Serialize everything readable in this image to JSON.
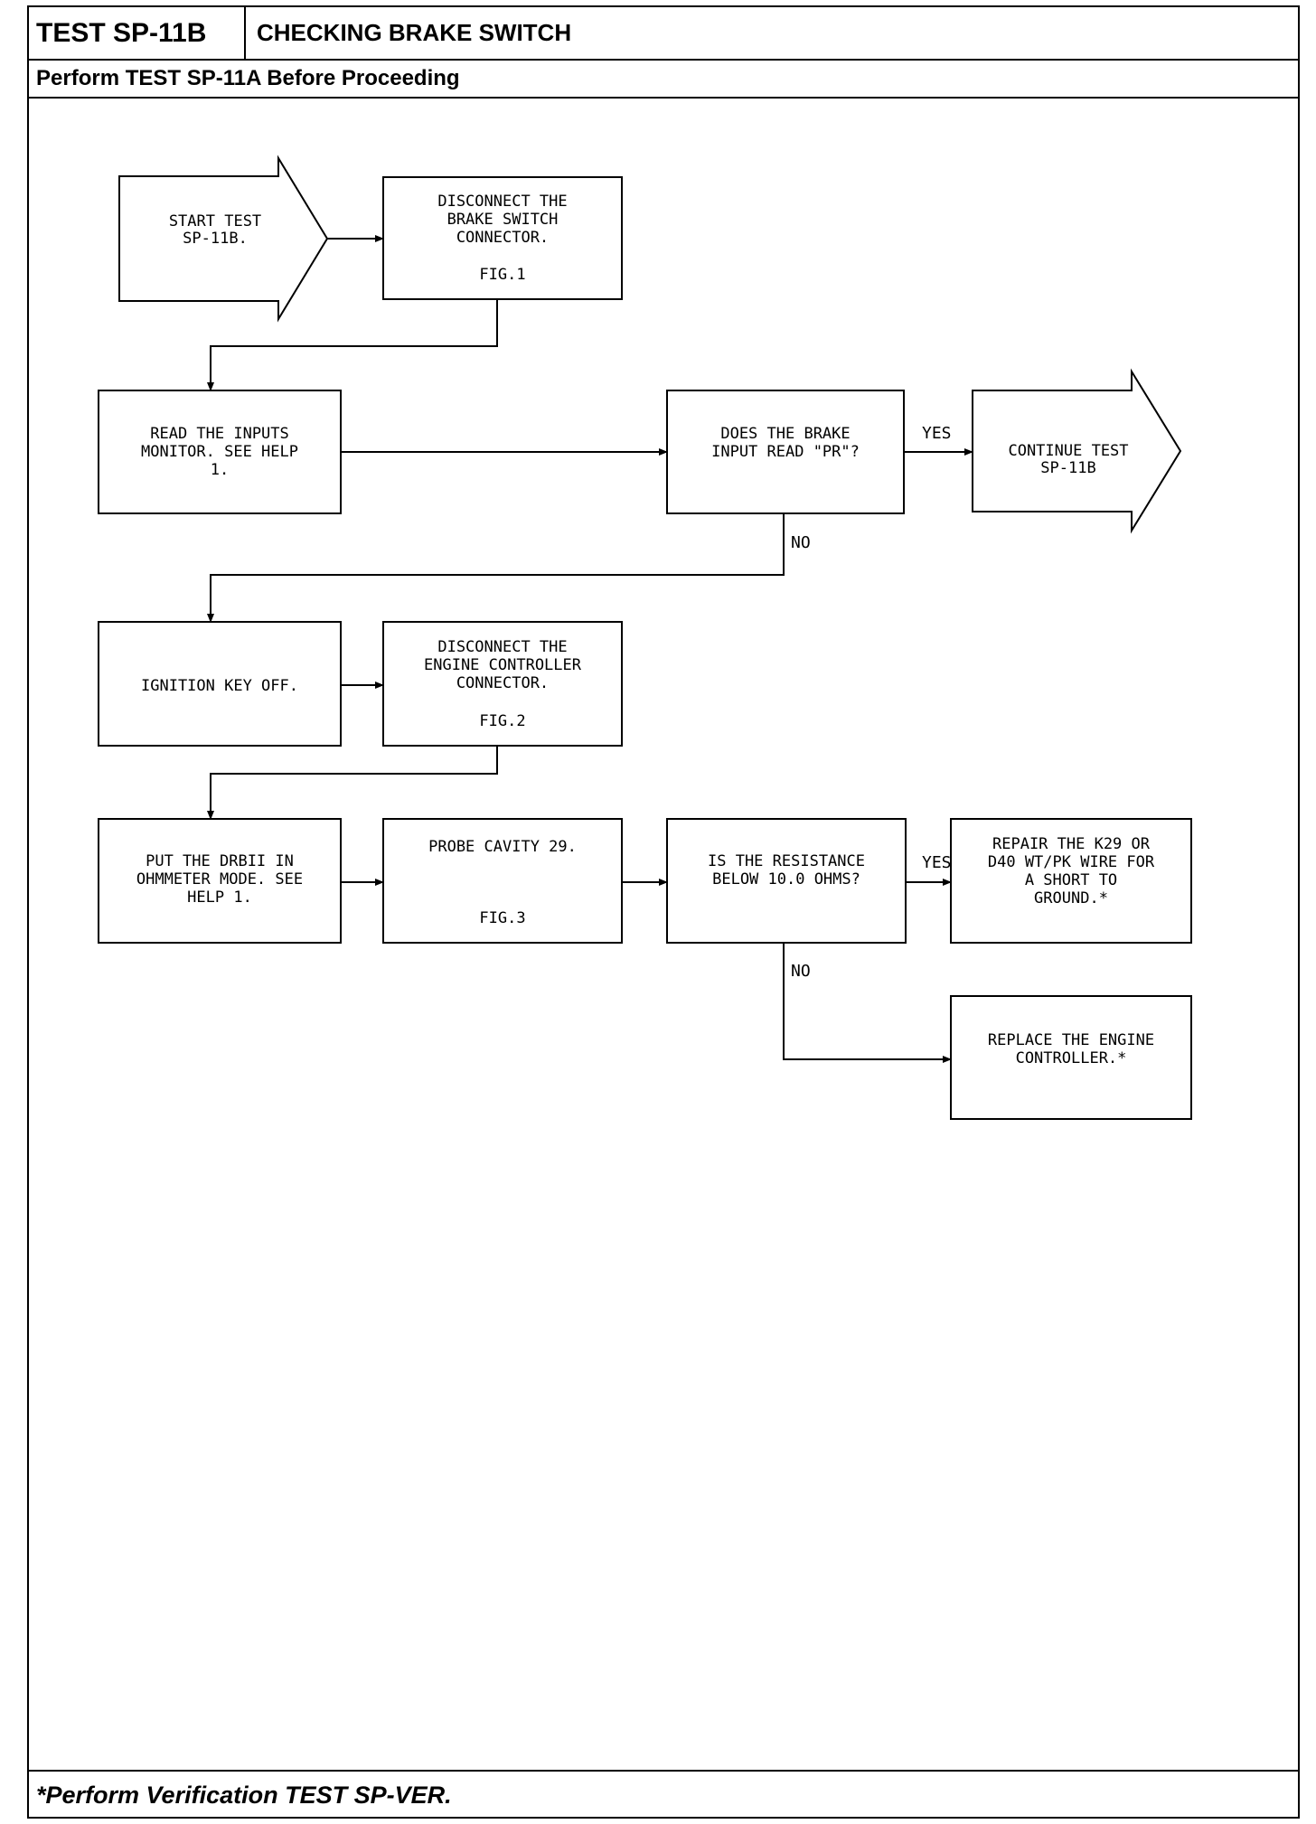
{
  "header": {
    "test_id": "TEST SP-11B",
    "title": "CHECKING BRAKE SWITCH",
    "precondition": "Perform TEST SP-11A Before Proceeding"
  },
  "footer": {
    "note": "*Perform Verification TEST SP-VER."
  },
  "flow": {
    "start": [
      "START TEST",
      "SP-11B."
    ],
    "disconnect_brake": [
      "DISCONNECT THE",
      "BRAKE SWITCH",
      "CONNECTOR."
    ],
    "disconnect_brake_fig": "FIG.1",
    "read_inputs": [
      "READ THE INPUTS",
      "MONITOR. SEE HELP",
      "1."
    ],
    "brake_question": [
      "DOES THE BRAKE",
      "INPUT READ \"PR\"?"
    ],
    "continue": [
      "CONTINUE TEST",
      "SP-11B"
    ],
    "ignition_off": [
      "IGNITION KEY OFF."
    ],
    "disconnect_ecm": [
      "DISCONNECT THE",
      "ENGINE CONTROLLER",
      "CONNECTOR."
    ],
    "disconnect_ecm_fig": "FIG.2",
    "ohmmeter": [
      "PUT THE DRBII IN",
      "OHMMETER MODE. SEE",
      "HELP 1."
    ],
    "probe": [
      "PROBE CAVITY 29."
    ],
    "probe_fig": "FIG.3",
    "resistance_question": [
      "IS THE RESISTANCE",
      "BELOW 10.0 OHMS?"
    ],
    "repair": [
      "REPAIR THE K29 OR",
      "D40 WT/PK WIRE FOR",
      "A SHORT TO",
      "GROUND.*"
    ],
    "replace": [
      "REPLACE THE ENGINE",
      "CONTROLLER.*"
    ],
    "yes1": "YES",
    "no1": "NO",
    "yes2": "YES",
    "no2": "NO"
  }
}
